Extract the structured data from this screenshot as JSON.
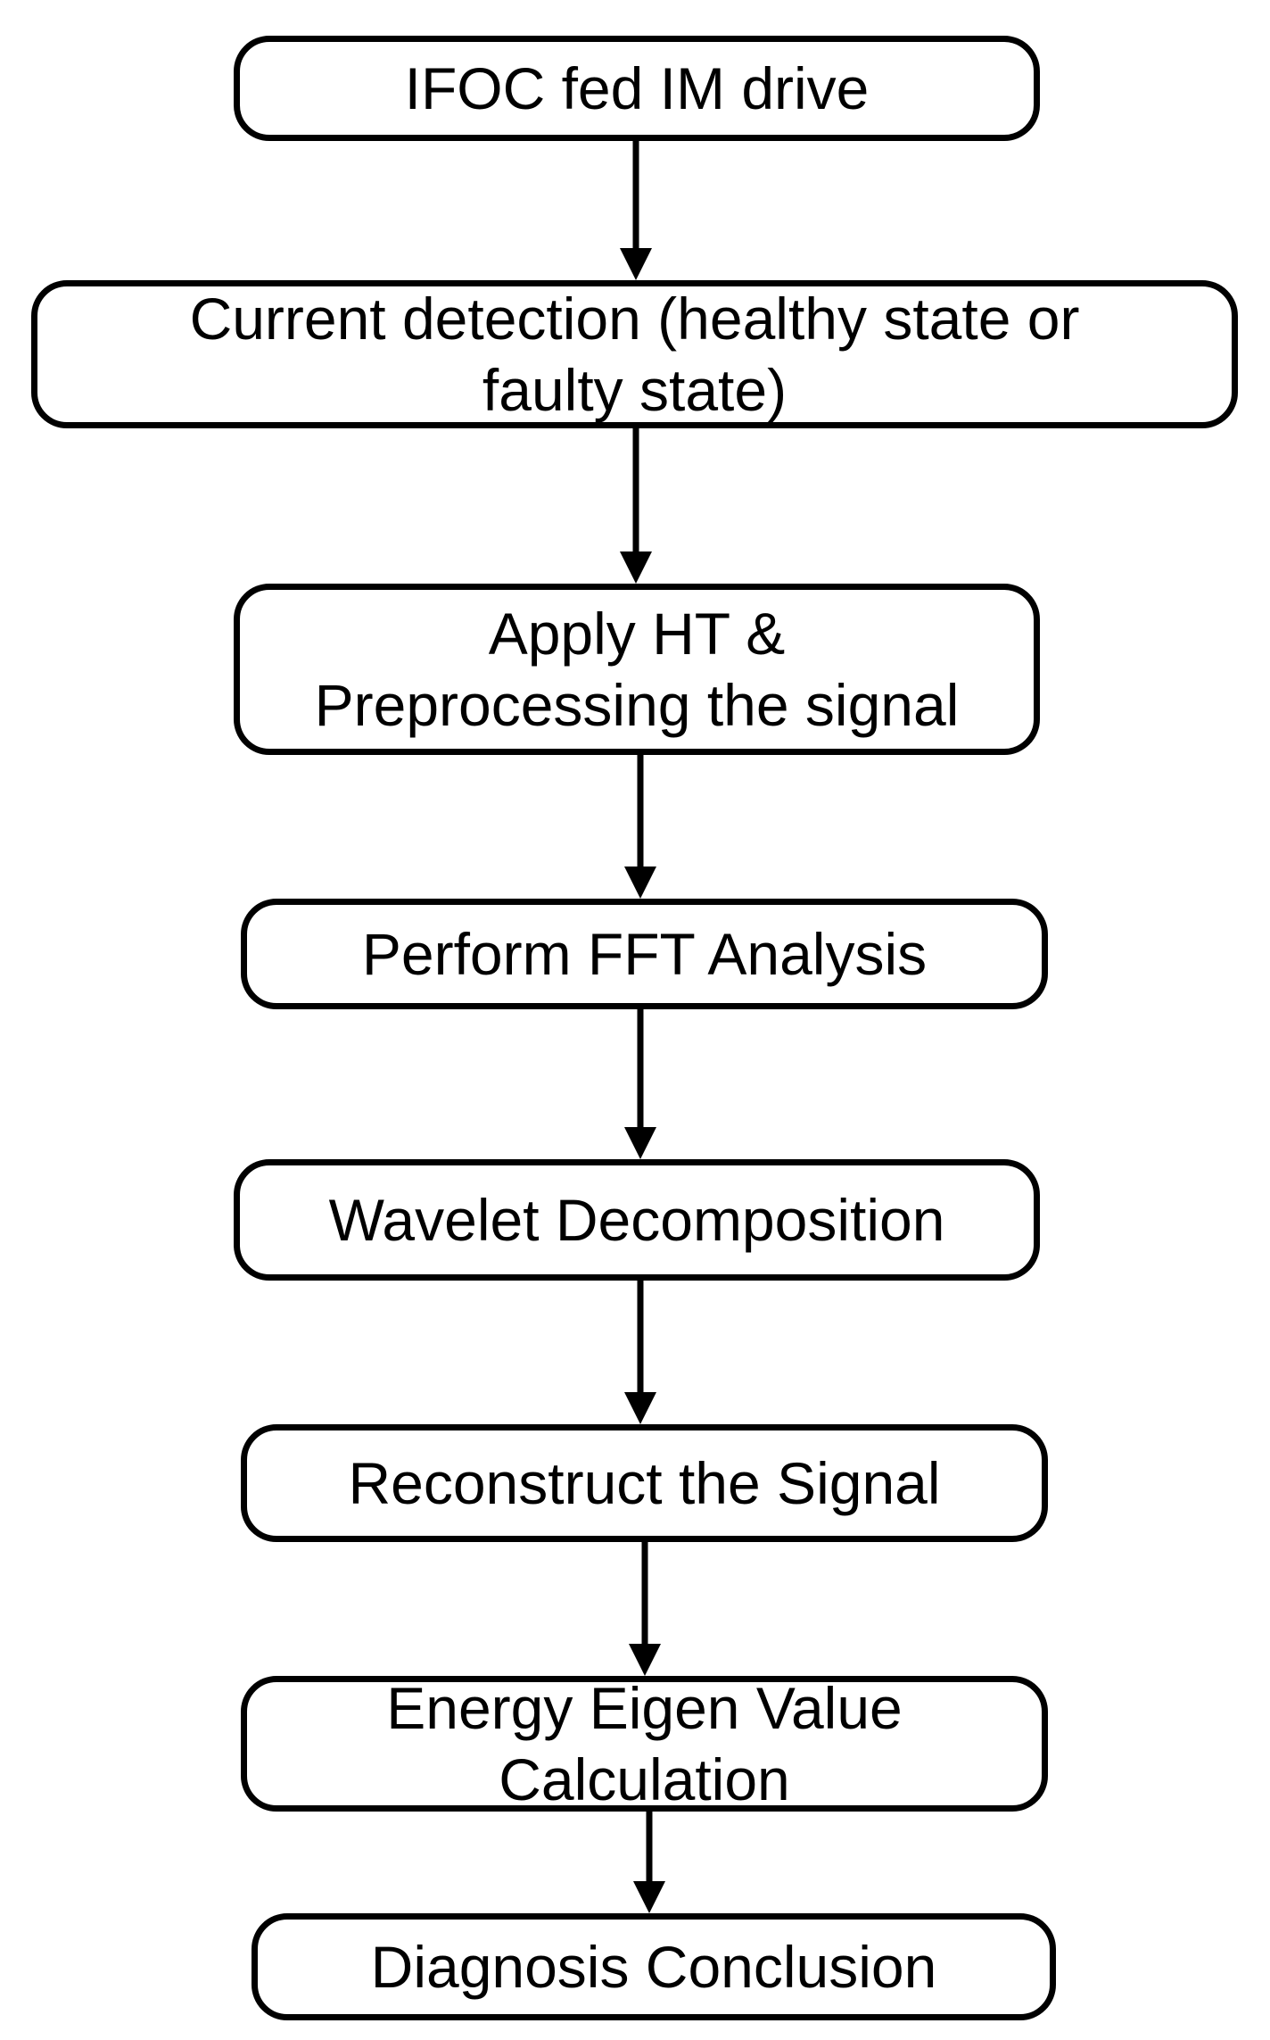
{
  "diagram": {
    "type": "flowchart",
    "nodes": [
      {
        "id": "n1",
        "lines": [
          "IFOC fed IM drive"
        ]
      },
      {
        "id": "n2",
        "lines": [
          "Current detection (healthy state or",
          "faulty state)"
        ]
      },
      {
        "id": "n3",
        "lines": [
          "Apply HT &",
          "Preprocessing the signal"
        ]
      },
      {
        "id": "n4",
        "lines": [
          "Perform FFT Analysis"
        ]
      },
      {
        "id": "n5",
        "lines": [
          "Wavelet Decomposition"
        ]
      },
      {
        "id": "n6",
        "lines": [
          "Reconstruct the Signal"
        ]
      },
      {
        "id": "n7",
        "lines": [
          "Energy Eigen Value",
          "Calculation"
        ]
      },
      {
        "id": "n8",
        "lines": [
          "Diagnosis Conclusion"
        ]
      }
    ],
    "edges": [
      {
        "from": "n1",
        "to": "n2"
      },
      {
        "from": "n2",
        "to": "n3"
      },
      {
        "from": "n3",
        "to": "n4"
      },
      {
        "from": "n4",
        "to": "n5"
      },
      {
        "from": "n5",
        "to": "n6"
      },
      {
        "from": "n6",
        "to": "n7"
      },
      {
        "from": "n7",
        "to": "n8"
      }
    ]
  }
}
